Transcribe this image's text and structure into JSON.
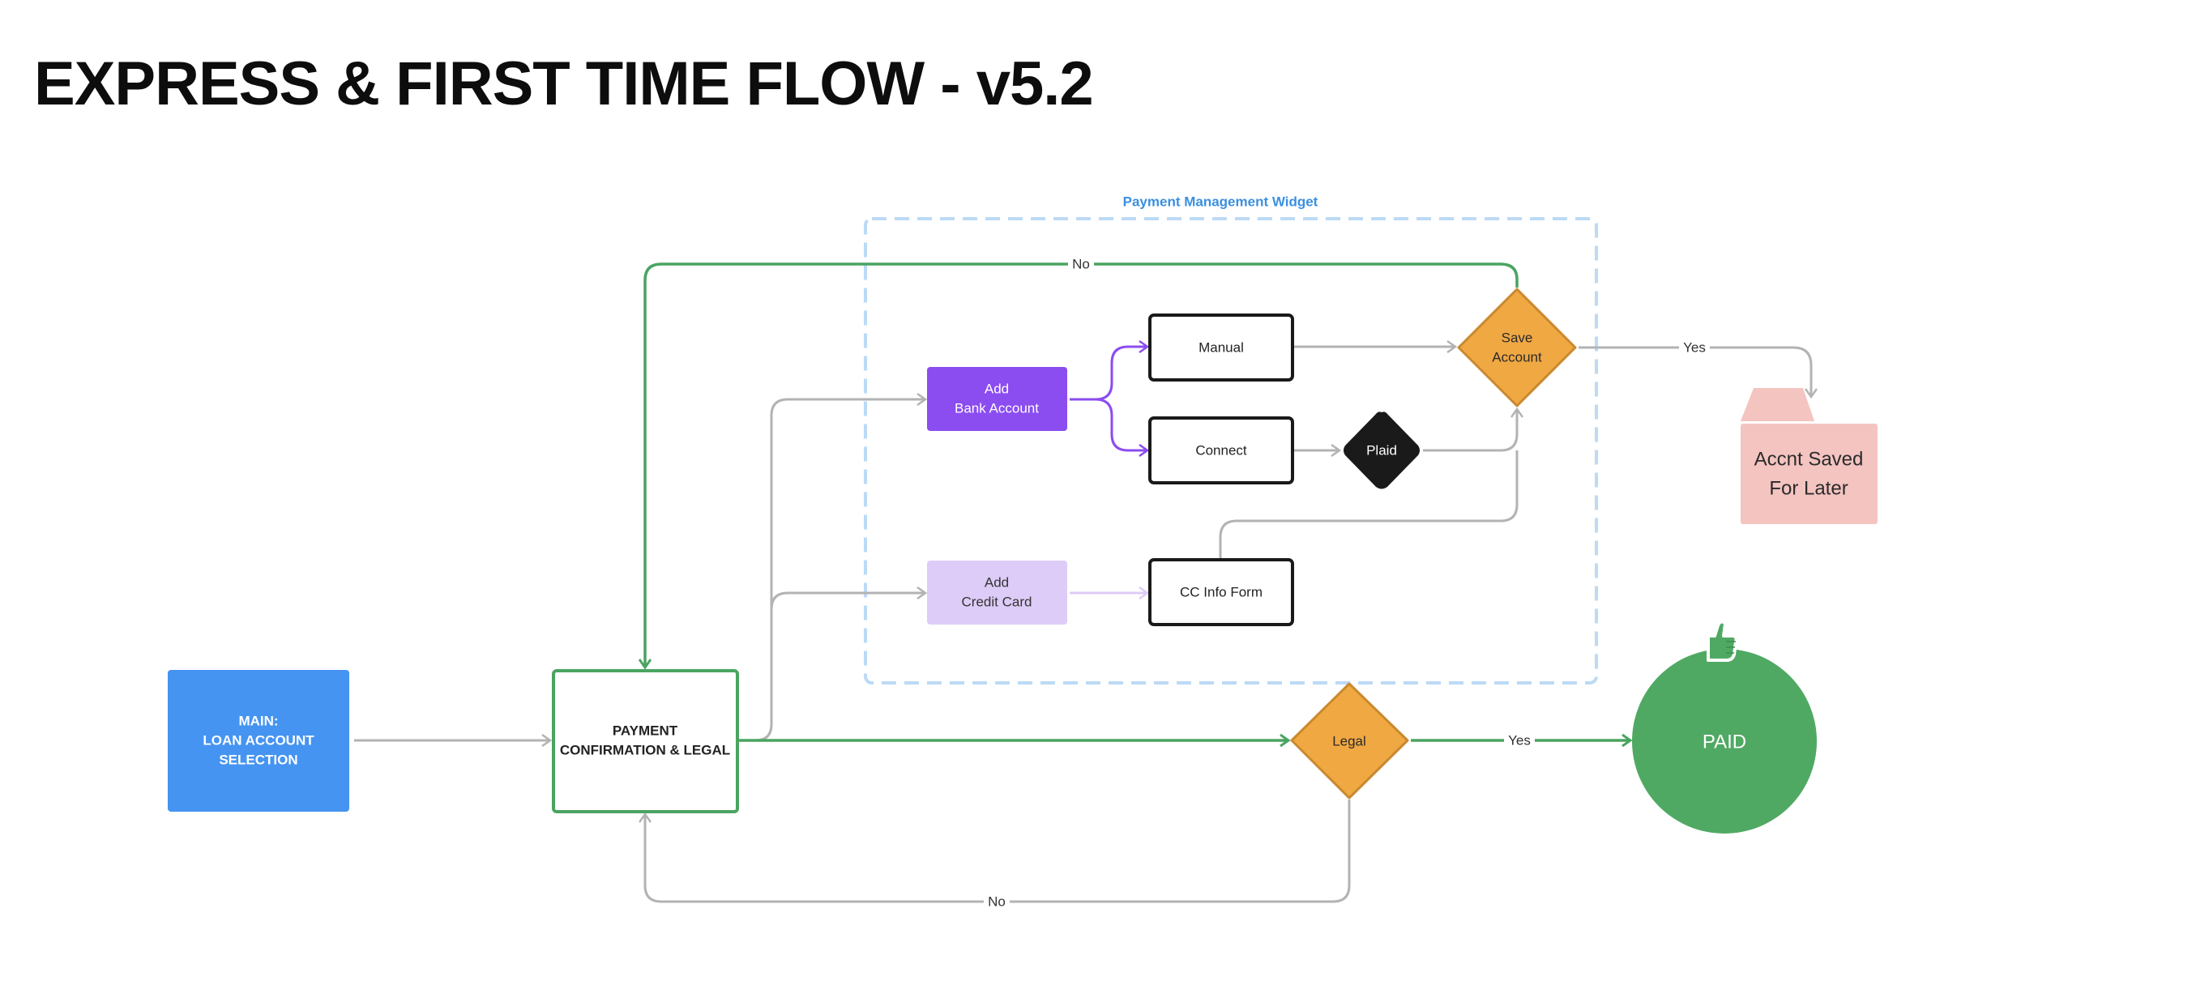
{
  "title": "EXPRESS & FIRST TIME FLOW - v5.2",
  "colors": {
    "green": "#4aa461",
    "gray": "#b3b3b3",
    "purple": "#8b4cf0",
    "light_purple": "#ddccf7",
    "orange": "#f0a843",
    "orange_border": "#c9892f",
    "blue": "#4594f2",
    "dashed_blue": "#bcdaf5",
    "widget_label": "#3a8fe0",
    "pink": "#f4c4c1",
    "black": "#1a1a1a"
  },
  "widget": {
    "label": "Payment Management Widget"
  },
  "nodes": {
    "main": {
      "line1": "MAIN:",
      "line2": "LOAN ACCOUNT",
      "line3": "SELECTION"
    },
    "payment": {
      "line1": "PAYMENT",
      "line2": "CONFIRMATION & LEGAL"
    },
    "add_bank": {
      "line1": "Add",
      "line2": "Bank Account"
    },
    "add_cc": {
      "line1": "Add",
      "line2": "Credit Card"
    },
    "manual": {
      "label": "Manual"
    },
    "connect": {
      "label": "Connect"
    },
    "cc_form": {
      "label": "CC Info Form"
    },
    "plaid": {
      "label": "Plaid"
    },
    "save": {
      "line1": "Save",
      "line2": "Account"
    },
    "legal": {
      "label": "Legal"
    },
    "paid": {
      "label": "PAID",
      "icon": "thumbs-up-icon"
    },
    "saved": {
      "line1": "Accnt Saved",
      "line2": "For Later"
    }
  },
  "edge_labels": {
    "save_no": "No",
    "save_yes": "Yes",
    "legal_yes": "Yes",
    "legal_no": "No"
  }
}
